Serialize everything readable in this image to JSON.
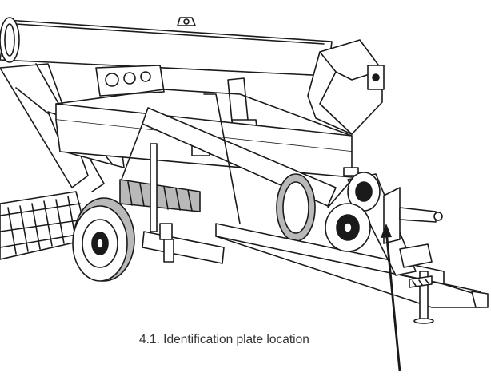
{
  "figure": {
    "caption": "4.1. Identification plate location",
    "line_color": "#1a1a1a",
    "fill_color": "#ffffff",
    "shade_color": "#b9b9b9",
    "illustration": "auger-machine-line-drawing",
    "pointer": "identification-plate-arrow"
  }
}
